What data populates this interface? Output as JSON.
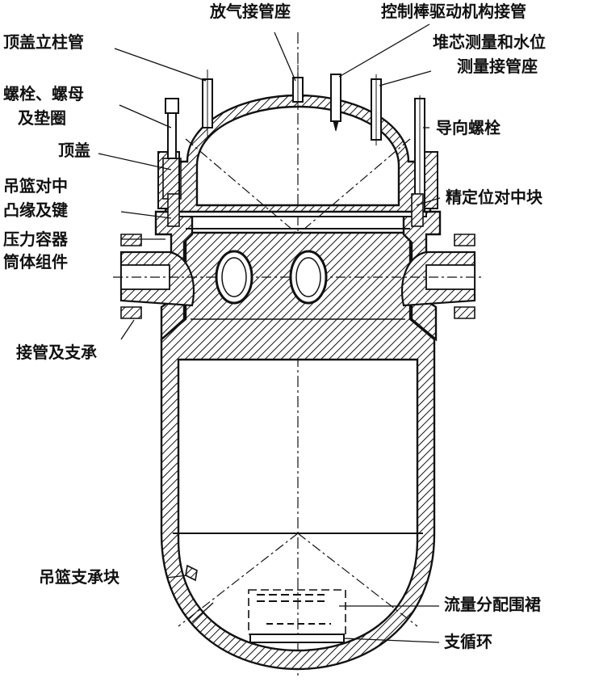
{
  "colors": {
    "ink": "#111111",
    "paper": "#ffffff"
  },
  "labels": {
    "vent_nozzle": "放气接管座",
    "crdm_nozzle": "控制棒驱动机构接管",
    "head_column_tube": "顶盖立柱管",
    "incore_level_line1": "堆芯测量和水位",
    "incore_level_line2": "测量接管座",
    "bolts_nuts_line1": "螺栓、螺母",
    "bolts_nuts_line2": "及垫圈",
    "guide_bolt": "导向螺栓",
    "head": "顶盖",
    "basket_align_line1": "吊篮对中",
    "basket_align_line2": "凸缘及键",
    "precise_align_block": "精定位对中块",
    "shell_line1": "压力容器",
    "shell_line2": "筒体组件",
    "nozzle_support": "接管及支承",
    "basket_support_block": "吊篮支承块",
    "flow_skirt": "流量分配围裙",
    "support_ring": "支循环"
  }
}
